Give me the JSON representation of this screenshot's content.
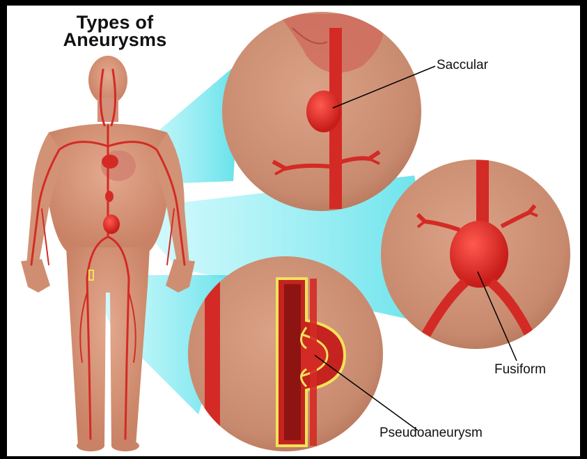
{
  "title": {
    "line1": "Types of",
    "line2": "Aneurysms"
  },
  "labels": {
    "saccular": "Saccular",
    "fusiform": "Fusiform",
    "pseudoaneurysm": "Pseudoaneurysm"
  },
  "colors": {
    "frame": "#000000",
    "background": "#ffffff",
    "skin": "#d9967a",
    "artery": "#d42a25",
    "beam": "#7fe8ef",
    "wall_outline": "#f2e25a"
  }
}
